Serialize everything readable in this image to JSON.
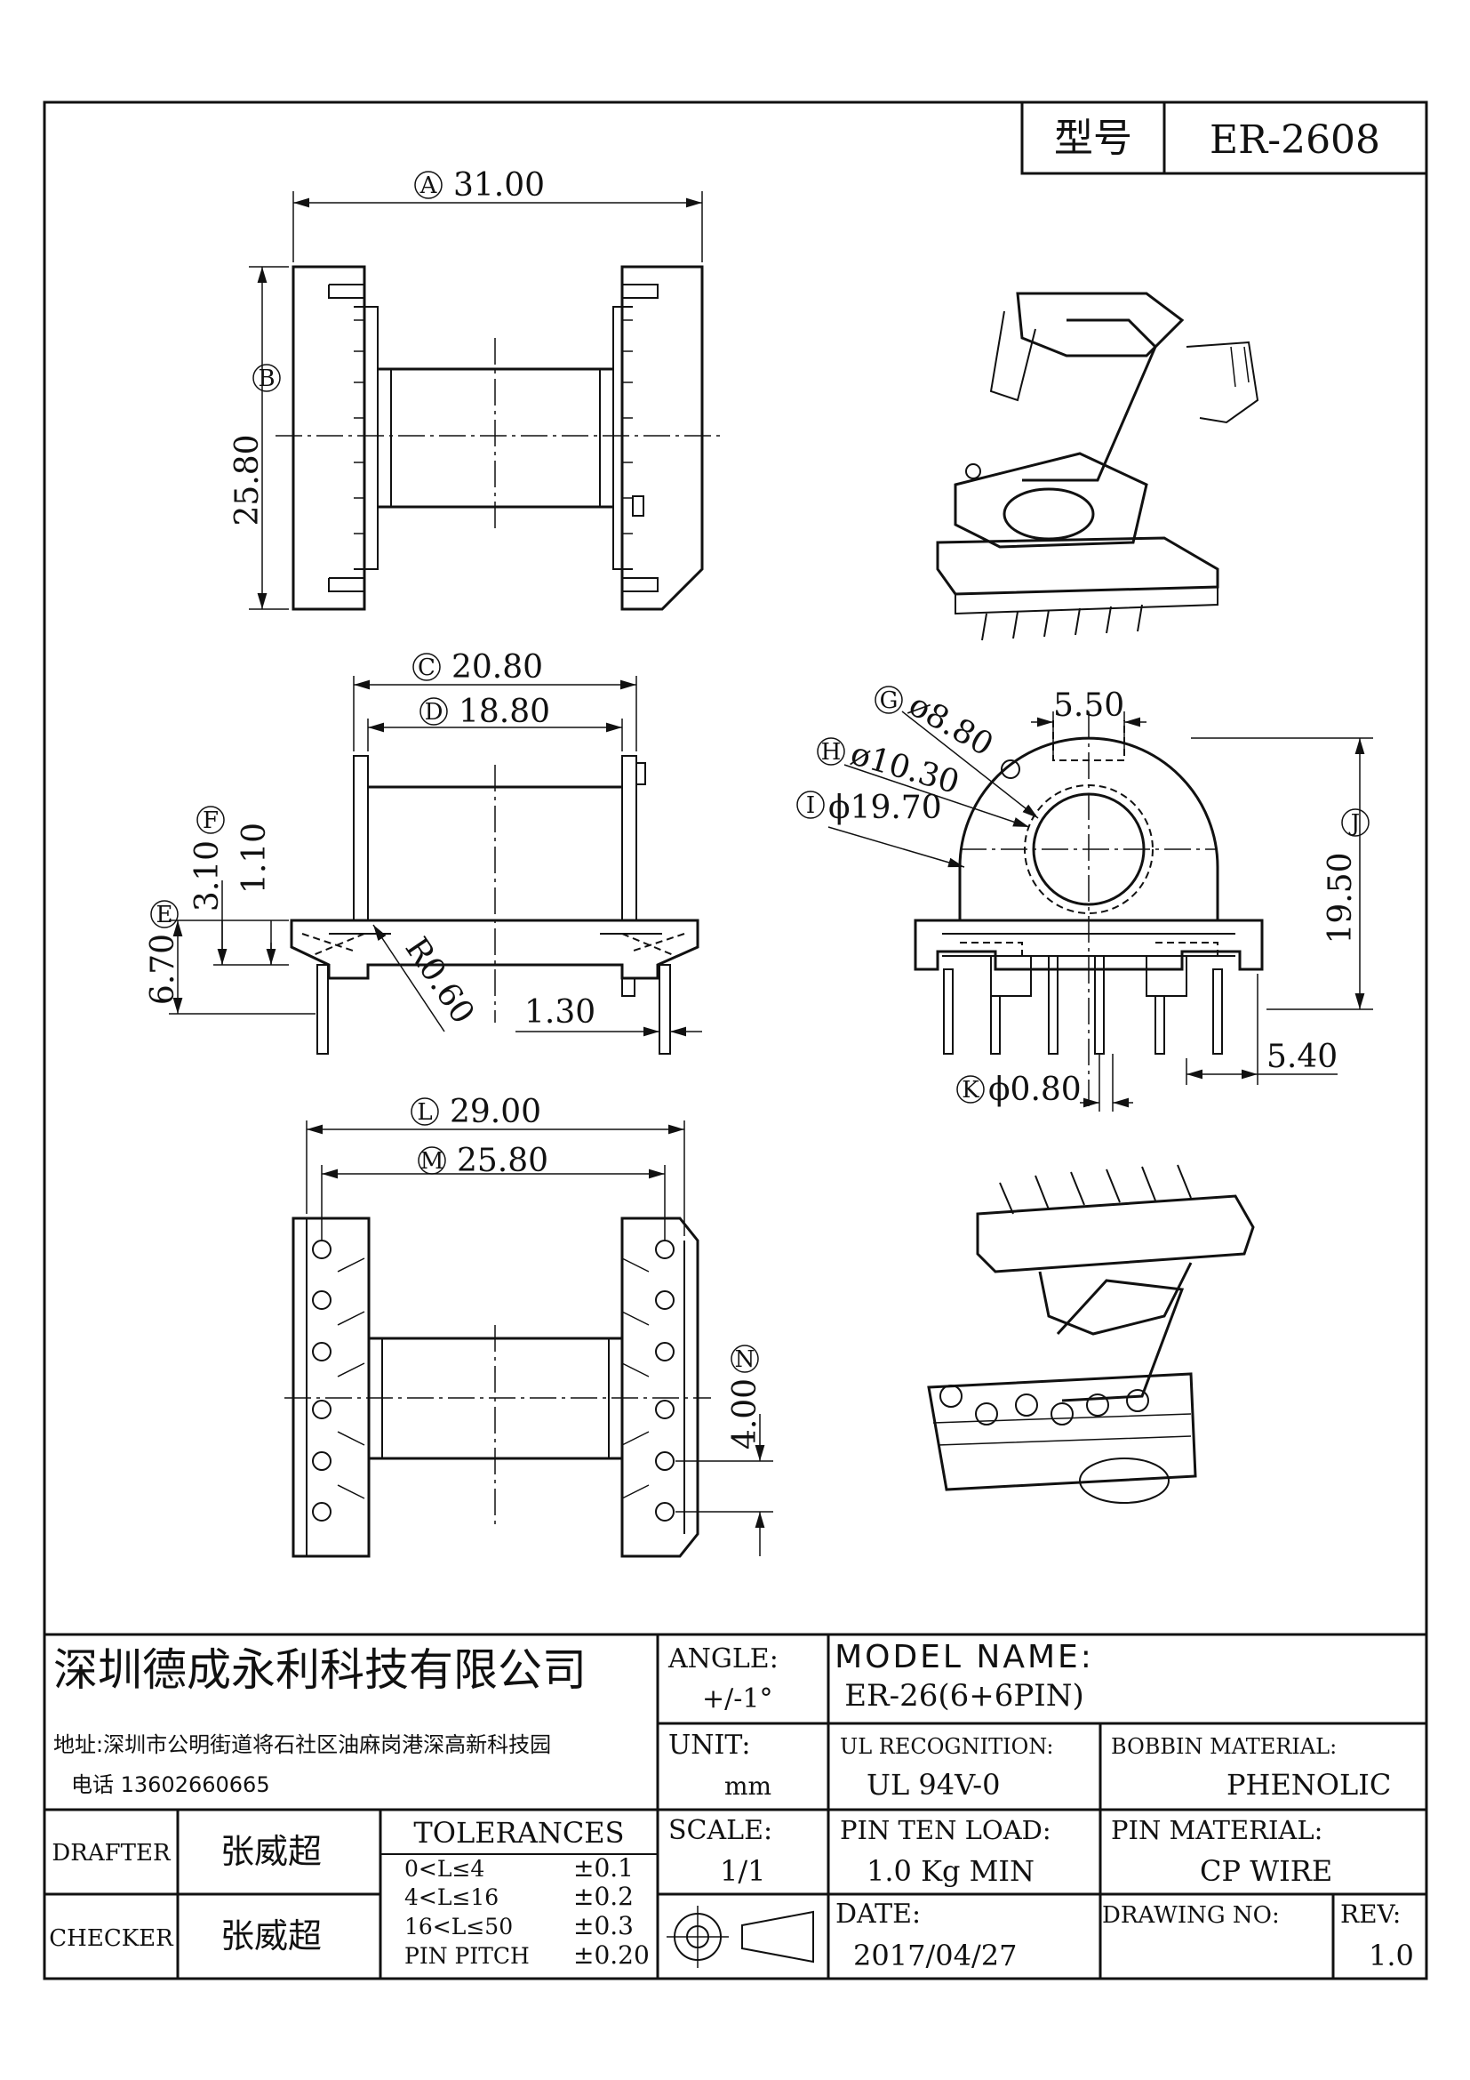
{
  "header": {
    "model_label": "型号",
    "model_value": "ER-2608"
  },
  "dims": {
    "A": {
      "circle": "A",
      "value": "31.00"
    },
    "B": {
      "circle": "B",
      "value": "25.80"
    },
    "C": {
      "circle": "C",
      "value": "20.80"
    },
    "D": {
      "circle": "D",
      "value": "18.80"
    },
    "E": {
      "circle": "E",
      "value": "6.70"
    },
    "F": {
      "circle": "F",
      "value": "3.10"
    },
    "F2": {
      "value": "1.10"
    },
    "R": {
      "value": "R0.60"
    },
    "P": {
      "value": "1.30"
    },
    "G": {
      "circle": "G",
      "value": "ø8.80"
    },
    "H": {
      "circle": "H",
      "value": "ø10.30"
    },
    "I": {
      "circle": "I",
      "value": "ϕ19.70"
    },
    "J": {
      "circle": "J",
      "value": "19.50"
    },
    "S": {
      "value": "5.50"
    },
    "T": {
      "value": "5.40"
    },
    "K": {
      "circle": "K",
      "value": "ϕ0.80"
    },
    "L": {
      "circle": "L",
      "value": "29.00"
    },
    "M": {
      "circle": "M",
      "value": "25.80"
    },
    "N": {
      "circle": "N",
      "value": "4.00"
    }
  },
  "title_block": {
    "company": "深圳德成永利科技有限公司",
    "address": "地址:深圳市公明街道将石社区油麻岗港深高新科技园",
    "phone": "电话 13602660665",
    "drafter_label": "DRAFTER",
    "drafter_name": "张威超",
    "checker_label": "CHECKER",
    "checker_name": "张威超",
    "tolerances_title": "TOLERANCES",
    "tolerances": [
      {
        "range": "0<L≤4",
        "tol": "±0.1"
      },
      {
        "range": "4<L≤16",
        "tol": "±0.2"
      },
      {
        "range": "16<L≤50",
        "tol": "±0.3"
      },
      {
        "range": "PIN PITCH",
        "tol": "±0.20"
      }
    ],
    "angle_label": "ANGLE:",
    "angle_value": "+/-1°",
    "unit_label": "UNIT:",
    "unit_value": "mm",
    "scale_label": "SCALE:",
    "scale_value": "1/1",
    "model_name_label": "MODEL NAME:",
    "model_name_value": "ER-26(6+6PIN)",
    "ul_label": "UL RECOGNITION:",
    "ul_value": "UL 94V-0",
    "bobbin_label": "BOBBIN MATERIAL:",
    "bobbin_value": "PHENOLIC",
    "pin_load_label": "PIN TEN LOAD:",
    "pin_load_value": "1.0 Kg MIN",
    "pin_material_label": "PIN MATERIAL:",
    "pin_material_value": "CP WIRE",
    "date_label": "DATE:",
    "date_value": "2017/04/27",
    "drawing_no_label": "DRAWING NO:",
    "rev_label": "REV:",
    "rev_value": "1.0"
  }
}
